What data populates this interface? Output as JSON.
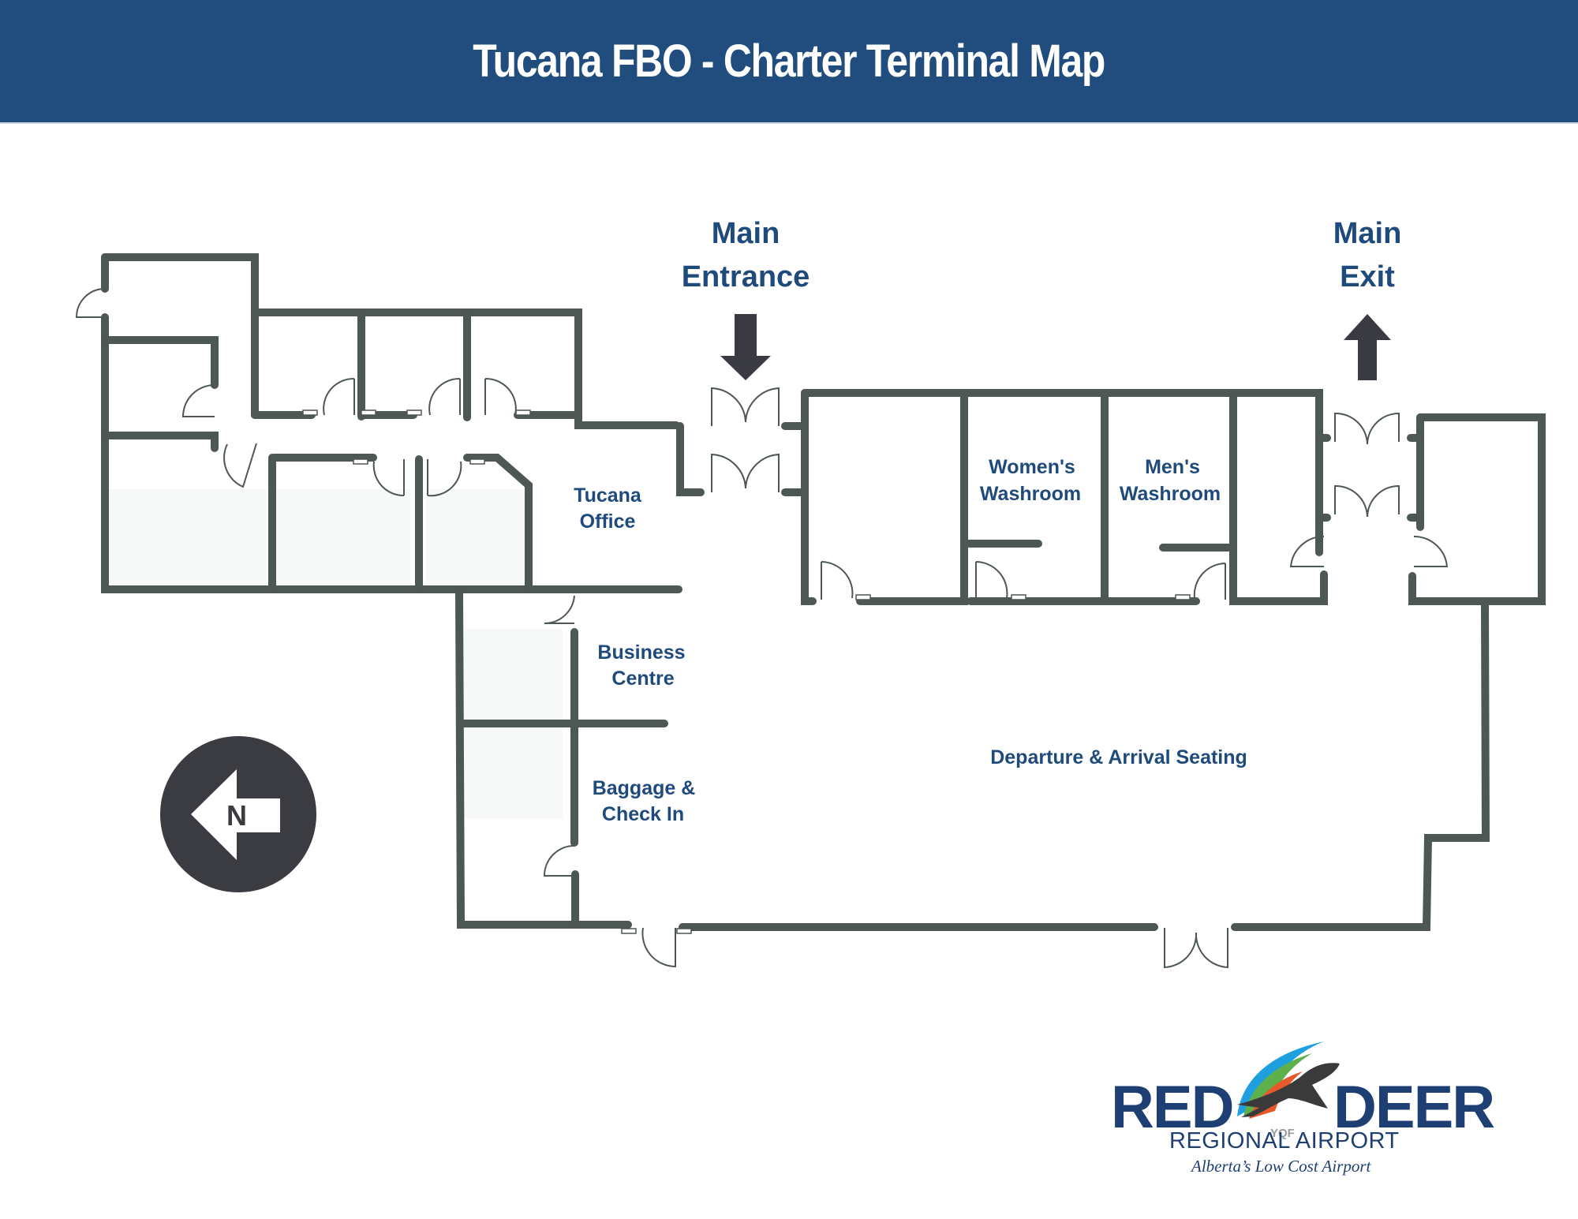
{
  "header": {
    "title": "Tucana FBO - Charter Terminal Map"
  },
  "colors": {
    "header_bg": "#214c7e",
    "label_text": "#1f4a7c",
    "walls": "#4d5753",
    "arrows": "#3a3a42"
  },
  "markers": {
    "main_entrance": {
      "line1": "Main",
      "line2": "Entrance",
      "arrow": "arrow-down-icon"
    },
    "main_exit": {
      "line1": "Main",
      "line2": "Exit",
      "arrow": "arrow-up-icon"
    }
  },
  "rooms": {
    "tucana_office": {
      "line1": "Tucana",
      "line2": "Office"
    },
    "womens_washroom": {
      "line1": "Women's",
      "line2": "Washroom"
    },
    "mens_washroom": {
      "line1": "Men's",
      "line2": "Washroom"
    },
    "business_centre": {
      "line1": "Business",
      "line2": "Centre"
    },
    "baggage_check_in": {
      "line1": "Baggage &",
      "line2": "Check In"
    },
    "departure_arrival": {
      "line1": "Departure & Arrival Seating"
    }
  },
  "compass": {
    "label": "N",
    "direction": "left",
    "icon": "north-arrow-icon"
  },
  "logo": {
    "word1": "RED",
    "word2": "DEER",
    "code": "YQF",
    "subtitle": "REGIONAL AIRPORT",
    "tagline": "Alberta’s Low Cost Airport",
    "colors": [
      "#1ea0e0",
      "#5db04a",
      "#e8582a",
      "#3a3a3a",
      "#1d3f73"
    ]
  }
}
